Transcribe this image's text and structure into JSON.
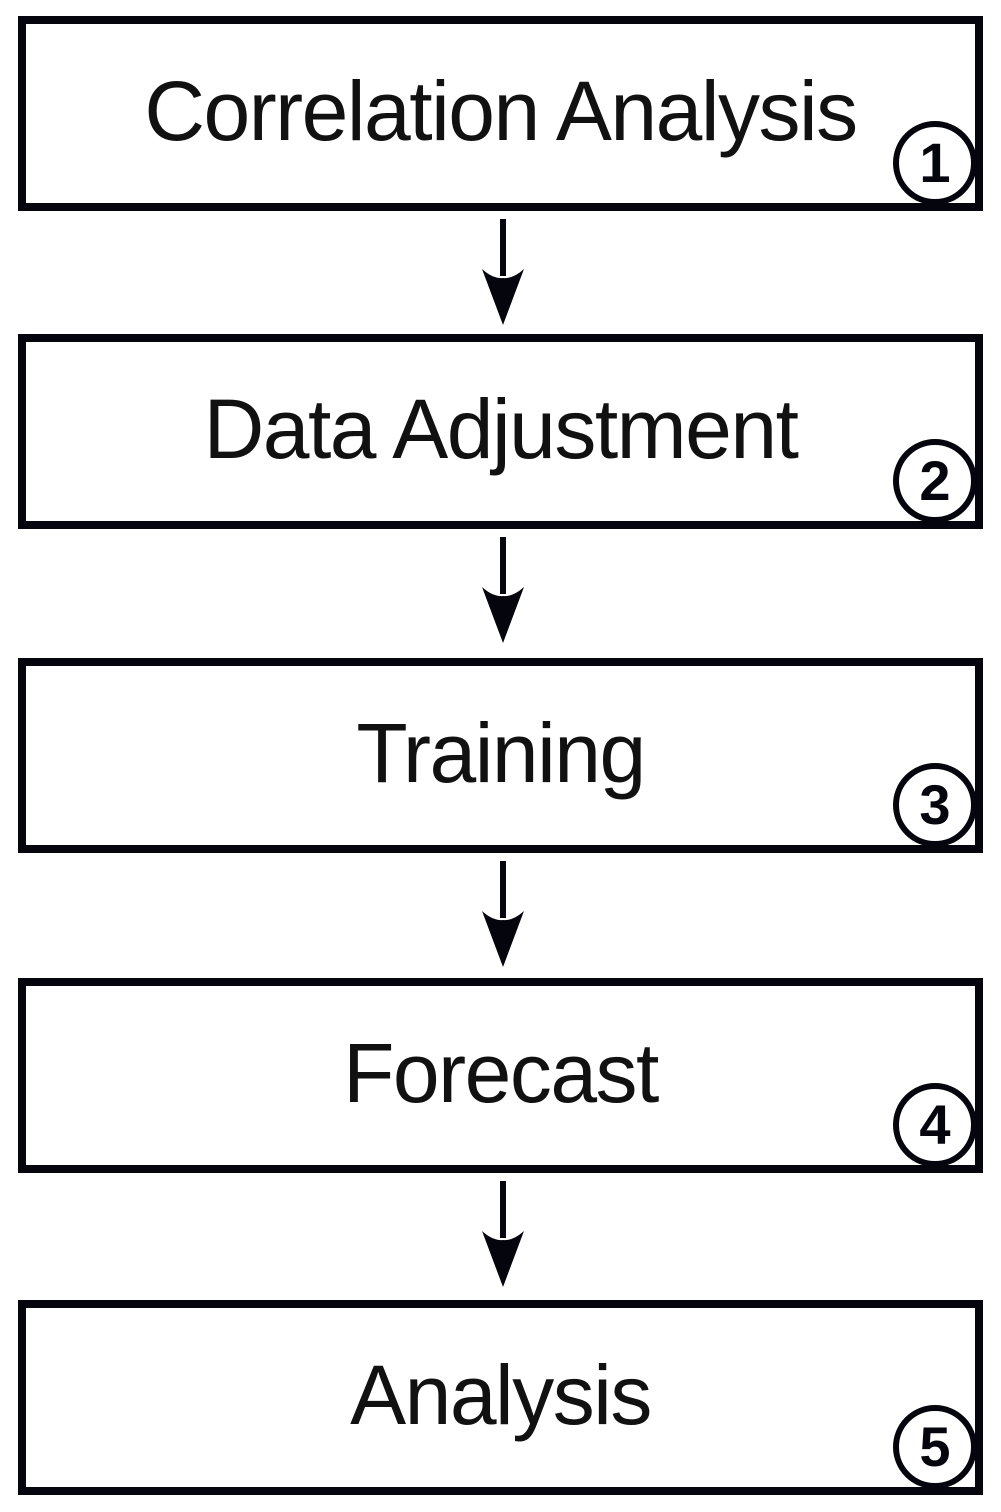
{
  "diagram": {
    "type": "flowchart",
    "direction": "top-down",
    "steps": [
      {
        "number": "1",
        "label": "Correlation Analysis"
      },
      {
        "number": "2",
        "label": "Data Adjustment"
      },
      {
        "number": "3",
        "label": "Training"
      },
      {
        "number": "4",
        "label": "Forecast"
      },
      {
        "number": "5",
        "label": "Analysis"
      }
    ],
    "connectors": [
      "down-arrow",
      "down-arrow",
      "down-arrow",
      "down-arrow"
    ],
    "colors": {
      "box_border": "#05050d",
      "box_fill": "#ffffff",
      "text": "#111111",
      "arrow": "#05050d",
      "background": "#ffffff"
    }
  }
}
